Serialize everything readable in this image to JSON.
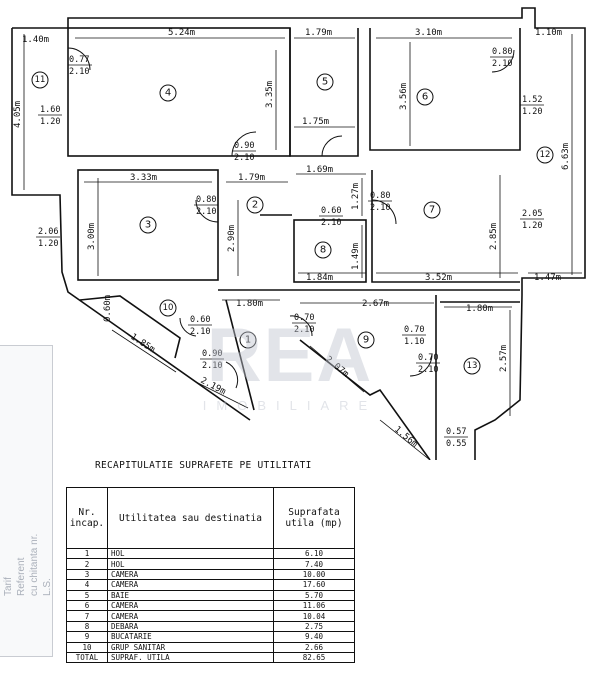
{
  "dimensions": [
    {
      "id": "d-140",
      "text": "1.40m"
    },
    {
      "id": "d-524",
      "text": "5.24m"
    },
    {
      "id": "d-179a",
      "text": "1.79m"
    },
    {
      "id": "d-310",
      "text": "3.10m"
    },
    {
      "id": "d-110",
      "text": "1.10m"
    },
    {
      "id": "d-405",
      "text": "4.05m"
    },
    {
      "id": "d-335",
      "text": "3.35m"
    },
    {
      "id": "d-356",
      "text": "3.56m"
    },
    {
      "id": "d-663",
      "text": "6.63m"
    },
    {
      "id": "d-175",
      "text": "1.75m"
    },
    {
      "id": "d-333",
      "text": "3.33m"
    },
    {
      "id": "d-179b",
      "text": "1.79m"
    },
    {
      "id": "d-169",
      "text": "1.69m"
    },
    {
      "id": "d-127",
      "text": "1.27m"
    },
    {
      "id": "d-300",
      "text": "3.00m"
    },
    {
      "id": "d-290",
      "text": "2.90m"
    },
    {
      "id": "d-149",
      "text": "1.49m"
    },
    {
      "id": "d-285",
      "text": "2.85m"
    },
    {
      "id": "d-184",
      "text": "1.84m"
    },
    {
      "id": "d-352",
      "text": "3.52m"
    },
    {
      "id": "d-147",
      "text": "1.47m"
    },
    {
      "id": "d-180a",
      "text": "1.80m"
    },
    {
      "id": "d-267",
      "text": "2.67m"
    },
    {
      "id": "d-180b",
      "text": "1.80m"
    },
    {
      "id": "d-257",
      "text": "2.57m"
    },
    {
      "id": "d-060",
      "text": "0.60m"
    },
    {
      "id": "d-185",
      "text": "1.85m"
    },
    {
      "id": "d-207",
      "text": "2.07m"
    },
    {
      "id": "d-219",
      "text": "2.19m"
    },
    {
      "id": "d-156",
      "text": "1.56m"
    }
  ],
  "openings": [
    {
      "id": "w-11",
      "top": "1.60",
      "bottom": "1.20"
    },
    {
      "id": "dr-4",
      "top": "0.77",
      "bottom": "2.10"
    },
    {
      "id": "dr-2",
      "top": "0.90",
      "bottom": "2.10"
    },
    {
      "id": "dr-3",
      "top": "0.80",
      "bottom": "2.10"
    },
    {
      "id": "w-3",
      "top": "2.06",
      "bottom": "1.20"
    },
    {
      "id": "dr-6",
      "top": "0.80",
      "bottom": "2.10"
    },
    {
      "id": "w-6",
      "top": "1.52",
      "bottom": "1.20"
    },
    {
      "id": "dr-7",
      "top": "0.80",
      "bottom": "2.10"
    },
    {
      "id": "w-7",
      "top": "2.05",
      "bottom": "1.20"
    },
    {
      "id": "dr-8",
      "top": "0.60",
      "bottom": "2.10"
    },
    {
      "id": "dr-10",
      "top": "0.60",
      "bottom": "2.10"
    },
    {
      "id": "dr-1",
      "top": "0.90",
      "bottom": "2.10"
    },
    {
      "id": "dr-9",
      "top": "0.70",
      "bottom": "2.10"
    },
    {
      "id": "w-9",
      "top": "0.70",
      "bottom": "1.10"
    },
    {
      "id": "dr-13",
      "top": "0.70",
      "bottom": "2.10"
    },
    {
      "id": "w-13",
      "top": "0.57",
      "bottom": "0.55"
    }
  ],
  "room_numbers": [
    {
      "id": "r1",
      "text": "1"
    },
    {
      "id": "r2",
      "text": "2"
    },
    {
      "id": "r3",
      "text": "3"
    },
    {
      "id": "r4",
      "text": "4"
    },
    {
      "id": "r5",
      "text": "5"
    },
    {
      "id": "r6",
      "text": "6"
    },
    {
      "id": "r7",
      "text": "7"
    },
    {
      "id": "r8",
      "text": "8"
    },
    {
      "id": "r9",
      "text": "9"
    },
    {
      "id": "r10",
      "text": "10"
    },
    {
      "id": "r11",
      "text": "11"
    },
    {
      "id": "r12",
      "text": "12"
    },
    {
      "id": "r13",
      "text": "13"
    }
  ],
  "watermark": {
    "brand": "REA",
    "sub": "IMOBILIARE"
  },
  "stamp": {
    "line1": "Tarif",
    "line2": "Referent",
    "line3": "cu chitanta nr.",
    "line4": "L.S."
  },
  "summary": {
    "title": "RECAPITULATIE SUPRAFETE PE UTILITATI",
    "headers": {
      "nr": "Nr. incap.",
      "use": "Utilitatea sau destinatia",
      "area": "Suprafata utila (mp)"
    },
    "rows": [
      {
        "nr": "1",
        "use": "HOL",
        "area": "6.10"
      },
      {
        "nr": "2",
        "use": "HOL",
        "area": "7.40"
      },
      {
        "nr": "3",
        "use": "CAMERA",
        "area": "10.00"
      },
      {
        "nr": "4",
        "use": "CAMERA",
        "area": "17.60"
      },
      {
        "nr": "5",
        "use": "BAIE",
        "area": "5.70"
      },
      {
        "nr": "6",
        "use": "CAMERA",
        "area": "11.06"
      },
      {
        "nr": "7",
        "use": "CAMERA",
        "area": "10.04"
      },
      {
        "nr": "8",
        "use": "DEBARA",
        "area": "2.75"
      },
      {
        "nr": "9",
        "use": "BUCATARIE",
        "area": "9.40"
      },
      {
        "nr": "10",
        "use": "GRUP SANITAR",
        "area": "2.66"
      },
      {
        "nr": "TOTAL",
        "use": "SUPRAF. UTILA",
        "area": "82.65"
      }
    ]
  }
}
